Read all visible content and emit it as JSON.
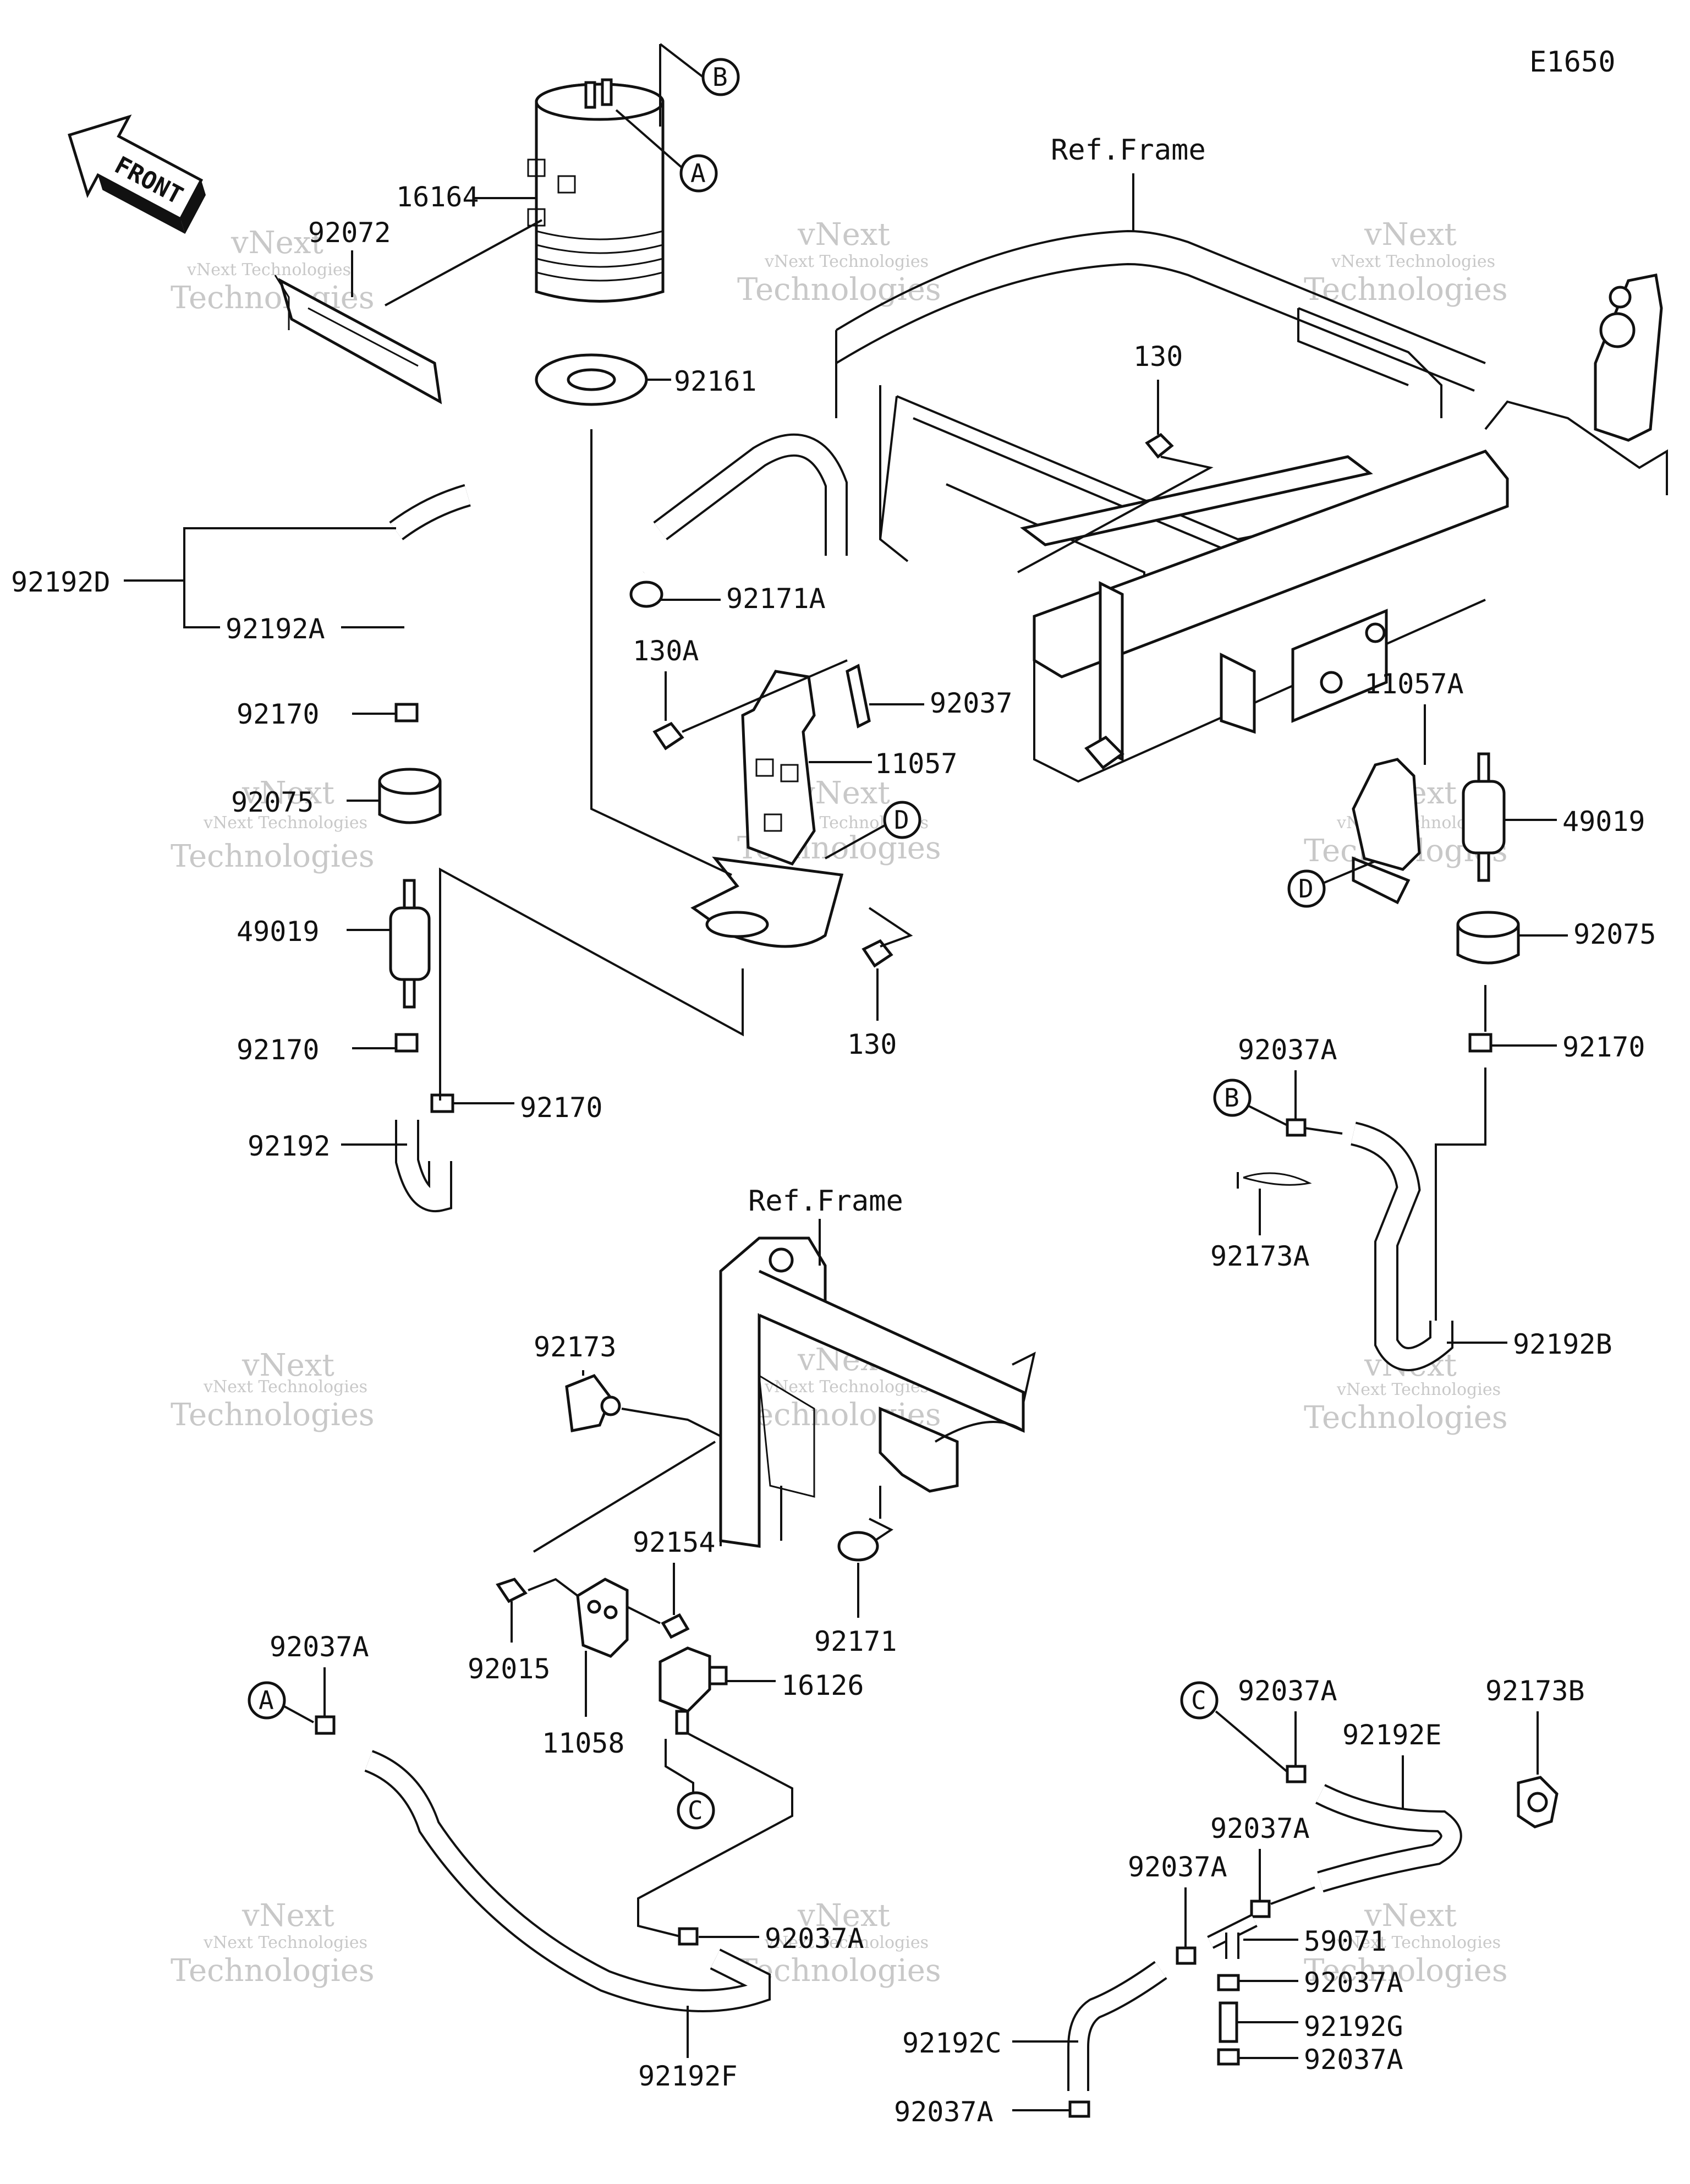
{
  "diagram_code": "E1650",
  "front_label": "FRONT",
  "ref_frame_label": "Ref.Frame",
  "callout_letters": [
    "A",
    "B",
    "C",
    "D"
  ],
  "part_numbers": {
    "p16164": "16164",
    "p92072": "92072",
    "p92161": "92161",
    "p92192D": "92192D",
    "p92192A": "92192A",
    "p92171A": "92171A",
    "p92170": "92170",
    "p92075": "92075",
    "p49019": "49019",
    "p92192": "92192",
    "p130": "130",
    "p130A": "130A",
    "p92037": "92037",
    "p11057": "11057",
    "p11057A": "11057A",
    "p92037A": "92037A",
    "p92173A": "92173A",
    "p92192B": "92192B",
    "p92173": "92173",
    "p92154": "92154",
    "p92171": "92171",
    "p92015": "92015",
    "p11058": "11058",
    "p16126": "16126",
    "p92192F": "92192F",
    "p92192E": "92192E",
    "p92173B": "92173B",
    "p59071": "59071",
    "p92192G": "92192G",
    "p92192C": "92192C"
  },
  "watermark": {
    "line1": "vNext Technologies",
    "line2": "Technologies",
    "line3": "vNext"
  }
}
